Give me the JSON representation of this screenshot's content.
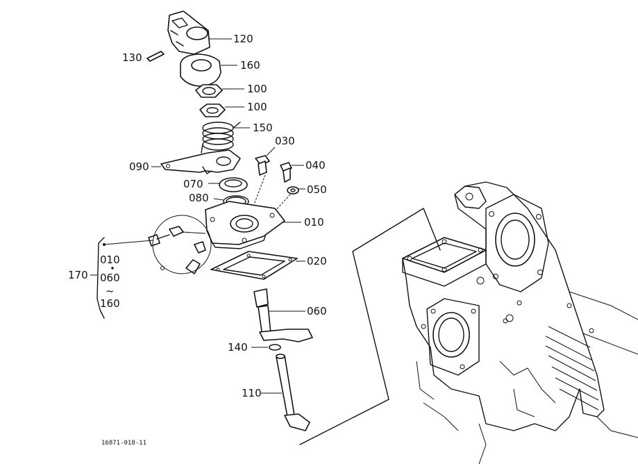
{
  "callouts": [
    {
      "id": "120",
      "text": "120"
    },
    {
      "id": "130",
      "text": "130"
    },
    {
      "id": "160",
      "text": "160"
    },
    {
      "id": "100a",
      "text": "100"
    },
    {
      "id": "100b",
      "text": "100"
    },
    {
      "id": "150",
      "text": "150"
    },
    {
      "id": "030",
      "text": "030"
    },
    {
      "id": "090",
      "text": "090"
    },
    {
      "id": "040",
      "text": "040"
    },
    {
      "id": "070",
      "text": "070"
    },
    {
      "id": "050",
      "text": "050"
    },
    {
      "id": "080",
      "text": "080"
    },
    {
      "id": "010",
      "text": "010"
    },
    {
      "id": "020",
      "text": "020"
    },
    {
      "id": "060",
      "text": "060"
    },
    {
      "id": "140",
      "text": "140"
    },
    {
      "id": "110",
      "text": "110"
    }
  ],
  "kit": {
    "label": "170",
    "items": [
      "010",
      "060",
      "160"
    ]
  },
  "drawing_ref": "16871-018-11"
}
